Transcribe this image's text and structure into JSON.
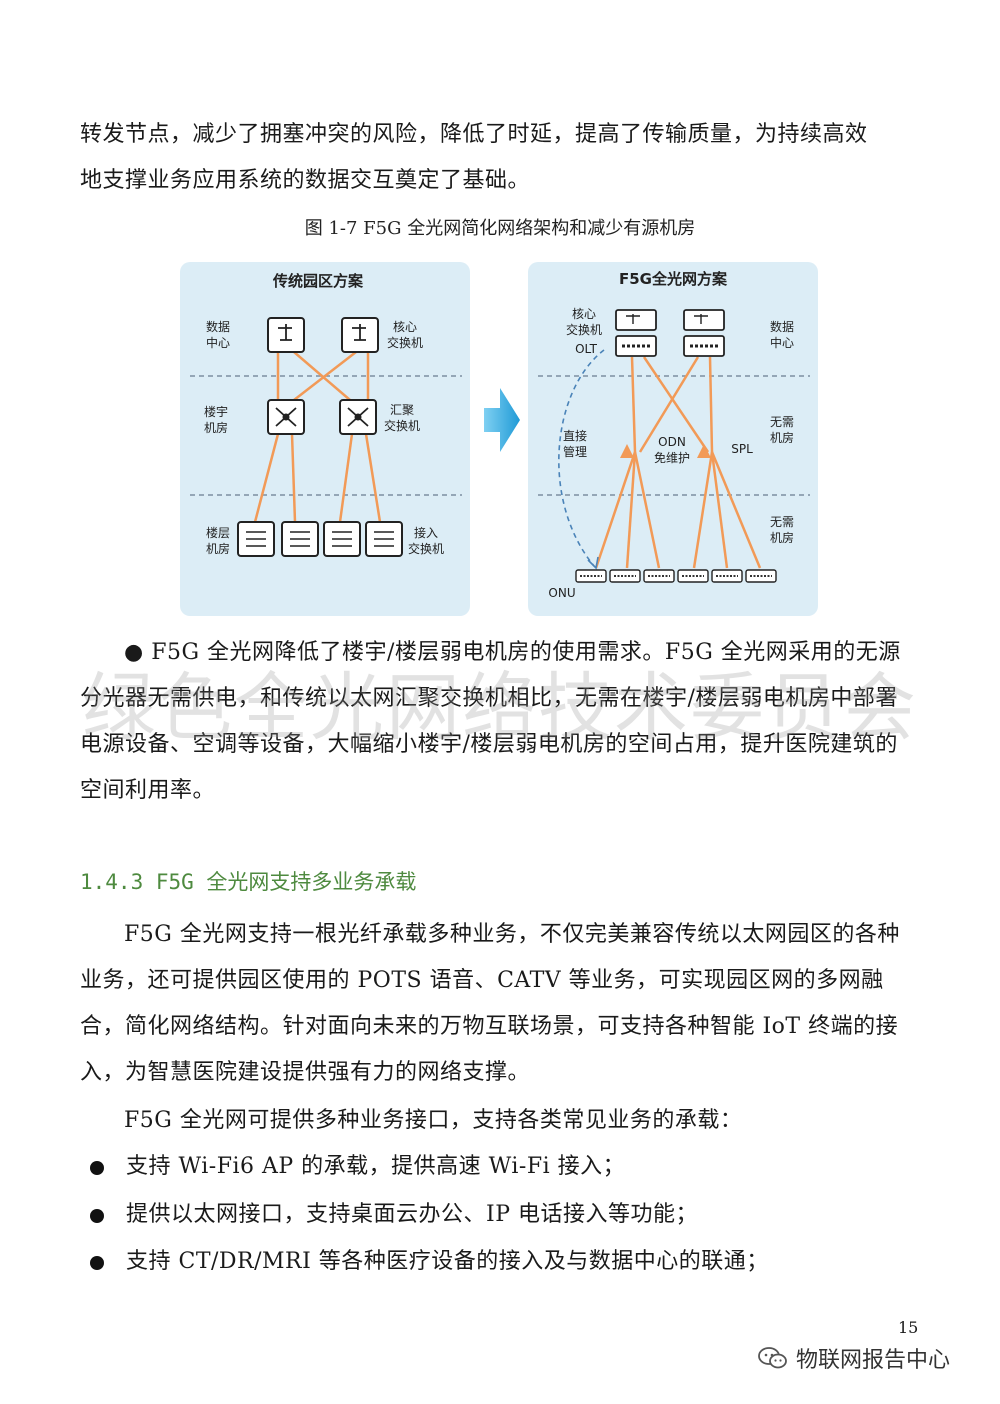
{
  "text": {
    "para1_line1": "转发节点，减少了拥塞冲突的风险，降低了时延，提高了传输质量，为持续高效",
    "para1_line2": "地支撑业务应用系统的数据交互奠定了基础。",
    "figure_caption": "图 1-7  F5G 全光网简化网络架构和减少有源机房",
    "bullet1": "● F5G 全光网降低了楼宇/楼层弱电机房的使用需求。F5G 全光网采用的无源分光器无需供电，和传统以太网汇聚交换机相比，无需在楼宇/楼层弱电机房中部署电源设备、空调等设备，大幅缩小楼宇/楼层弱电机房的空间占用，提升医院建筑的空间利用率。",
    "watermark": "绿色全光网络技术委员会",
    "section_heading": "1.4.3 F5G 全光网支持多业务承载",
    "para2": "F5G 全光网支持一根光纤承载多种业务，不仅完美兼容传统以太网园区的各种业务，还可提供园区使用的 POTS 语音、CATV 等业务，可实现园区网的多网融合，简化网络结构。针对面向未来的万物互联场景，可支持各种智能 IoT 终端的接入，为智慧医院建设提供强有力的网络支撑。",
    "para3": "F5G 全光网可提供多种业务接口，支持各类常见业务的承载：",
    "list": [
      "支持 Wi-Fi6 AP 的承载，提供高速 Wi-Fi 接入；",
      "提供以太网接口，支持桌面云办公、IP 电话接入等功能；",
      "支持 CT/DR/MRI 等各种医疗设备的接入及与数据中心的联通；"
    ],
    "page_number": "15",
    "footer_brand": "物联网报告中心"
  },
  "diagram": {
    "left_title": "传统园区方案",
    "right_title": "F5G全光网方案",
    "left_labels": {
      "datacenter": [
        "数据",
        "中心"
      ],
      "core_switch": [
        "核心",
        "交换机"
      ],
      "building_room": [
        "楼宇",
        "机房"
      ],
      "agg_switch": [
        "汇聚",
        "交换机"
      ],
      "floor_room": [
        "楼层",
        "机房"
      ],
      "access_switch": [
        "接入",
        "交换机"
      ]
    },
    "right_labels": {
      "core_switch": [
        "核心",
        "交换机"
      ],
      "olt": "OLT",
      "datacenter": [
        "数据",
        "中心"
      ],
      "direct_manage": [
        "直接",
        "管理"
      ],
      "odn": [
        "ODN",
        "免维护"
      ],
      "spl": "SPL",
      "no_room_1": [
        "无需",
        "机房"
      ],
      "no_room_2": [
        "无需",
        "机房"
      ],
      "onu": "ONU"
    },
    "colors": {
      "panel_bg": "#dcedf6",
      "fiber": "#f29a57",
      "arrow": "#2aa4dc",
      "heading_green": "#4e8a3f"
    }
  }
}
